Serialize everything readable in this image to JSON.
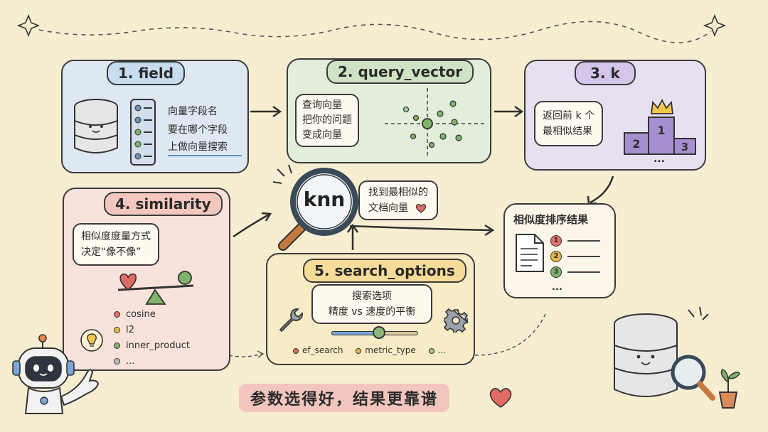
{
  "cards": {
    "field": {
      "title": "1. field",
      "desc_lines": [
        "向量字段名",
        "要在哪个字段",
        "上做向量搜索"
      ]
    },
    "query_vector": {
      "title": "2. query_vector",
      "bubble_lines": [
        "查询向量",
        "把你的问题",
        "变成向量"
      ]
    },
    "k": {
      "title": "3. k",
      "bubble_lines": [
        "返回前 k 个",
        "最相似结果"
      ],
      "podium": [
        "1",
        "2",
        "3"
      ],
      "more": "..."
    },
    "similarity": {
      "title": "4. similarity",
      "bubble_lines": [
        "相似度度量方式",
        "决定“像不像”"
      ],
      "options": [
        "cosine",
        "l2",
        "inner_product",
        "..."
      ],
      "option_colors": [
        "#e2706a",
        "#e6b84a",
        "#7fb36a",
        "#bdbdbd"
      ]
    },
    "search_options": {
      "title": "5. search_options",
      "bubble_lines": [
        "搜索选项",
        "精度 vs 速度的平衡"
      ],
      "options": [
        "ef_search",
        "metric_type",
        "..."
      ],
      "option_colors": [
        "#e2706a",
        "#e6b84a",
        "#a7c78d"
      ],
      "slider_level": 0.55
    }
  },
  "center": {
    "knn_label": "knn",
    "bubble_lines": [
      "找到最相似的",
      "文档向量"
    ]
  },
  "result": {
    "title": "相似度排序结果",
    "ranks": [
      "1",
      "2",
      "3"
    ],
    "more": "..."
  },
  "footer": {
    "slogan": "参数选得好，结果更靠谱"
  },
  "colors": {
    "field": "#dde8f2",
    "field_title": "#c6dcef",
    "query_vector": "#e2eddc",
    "query_vector_title": "#cfe3c4",
    "k": "#e7e0f1",
    "k_title": "#d4c6ea",
    "similarity": "#f8e2db",
    "similarity_title": "#f3c7bd",
    "search_options": "#f9ebc6",
    "search_options_title": "#f5dc98",
    "heart": "#e26a64",
    "slogan_bg": "#f2c6bd"
  }
}
